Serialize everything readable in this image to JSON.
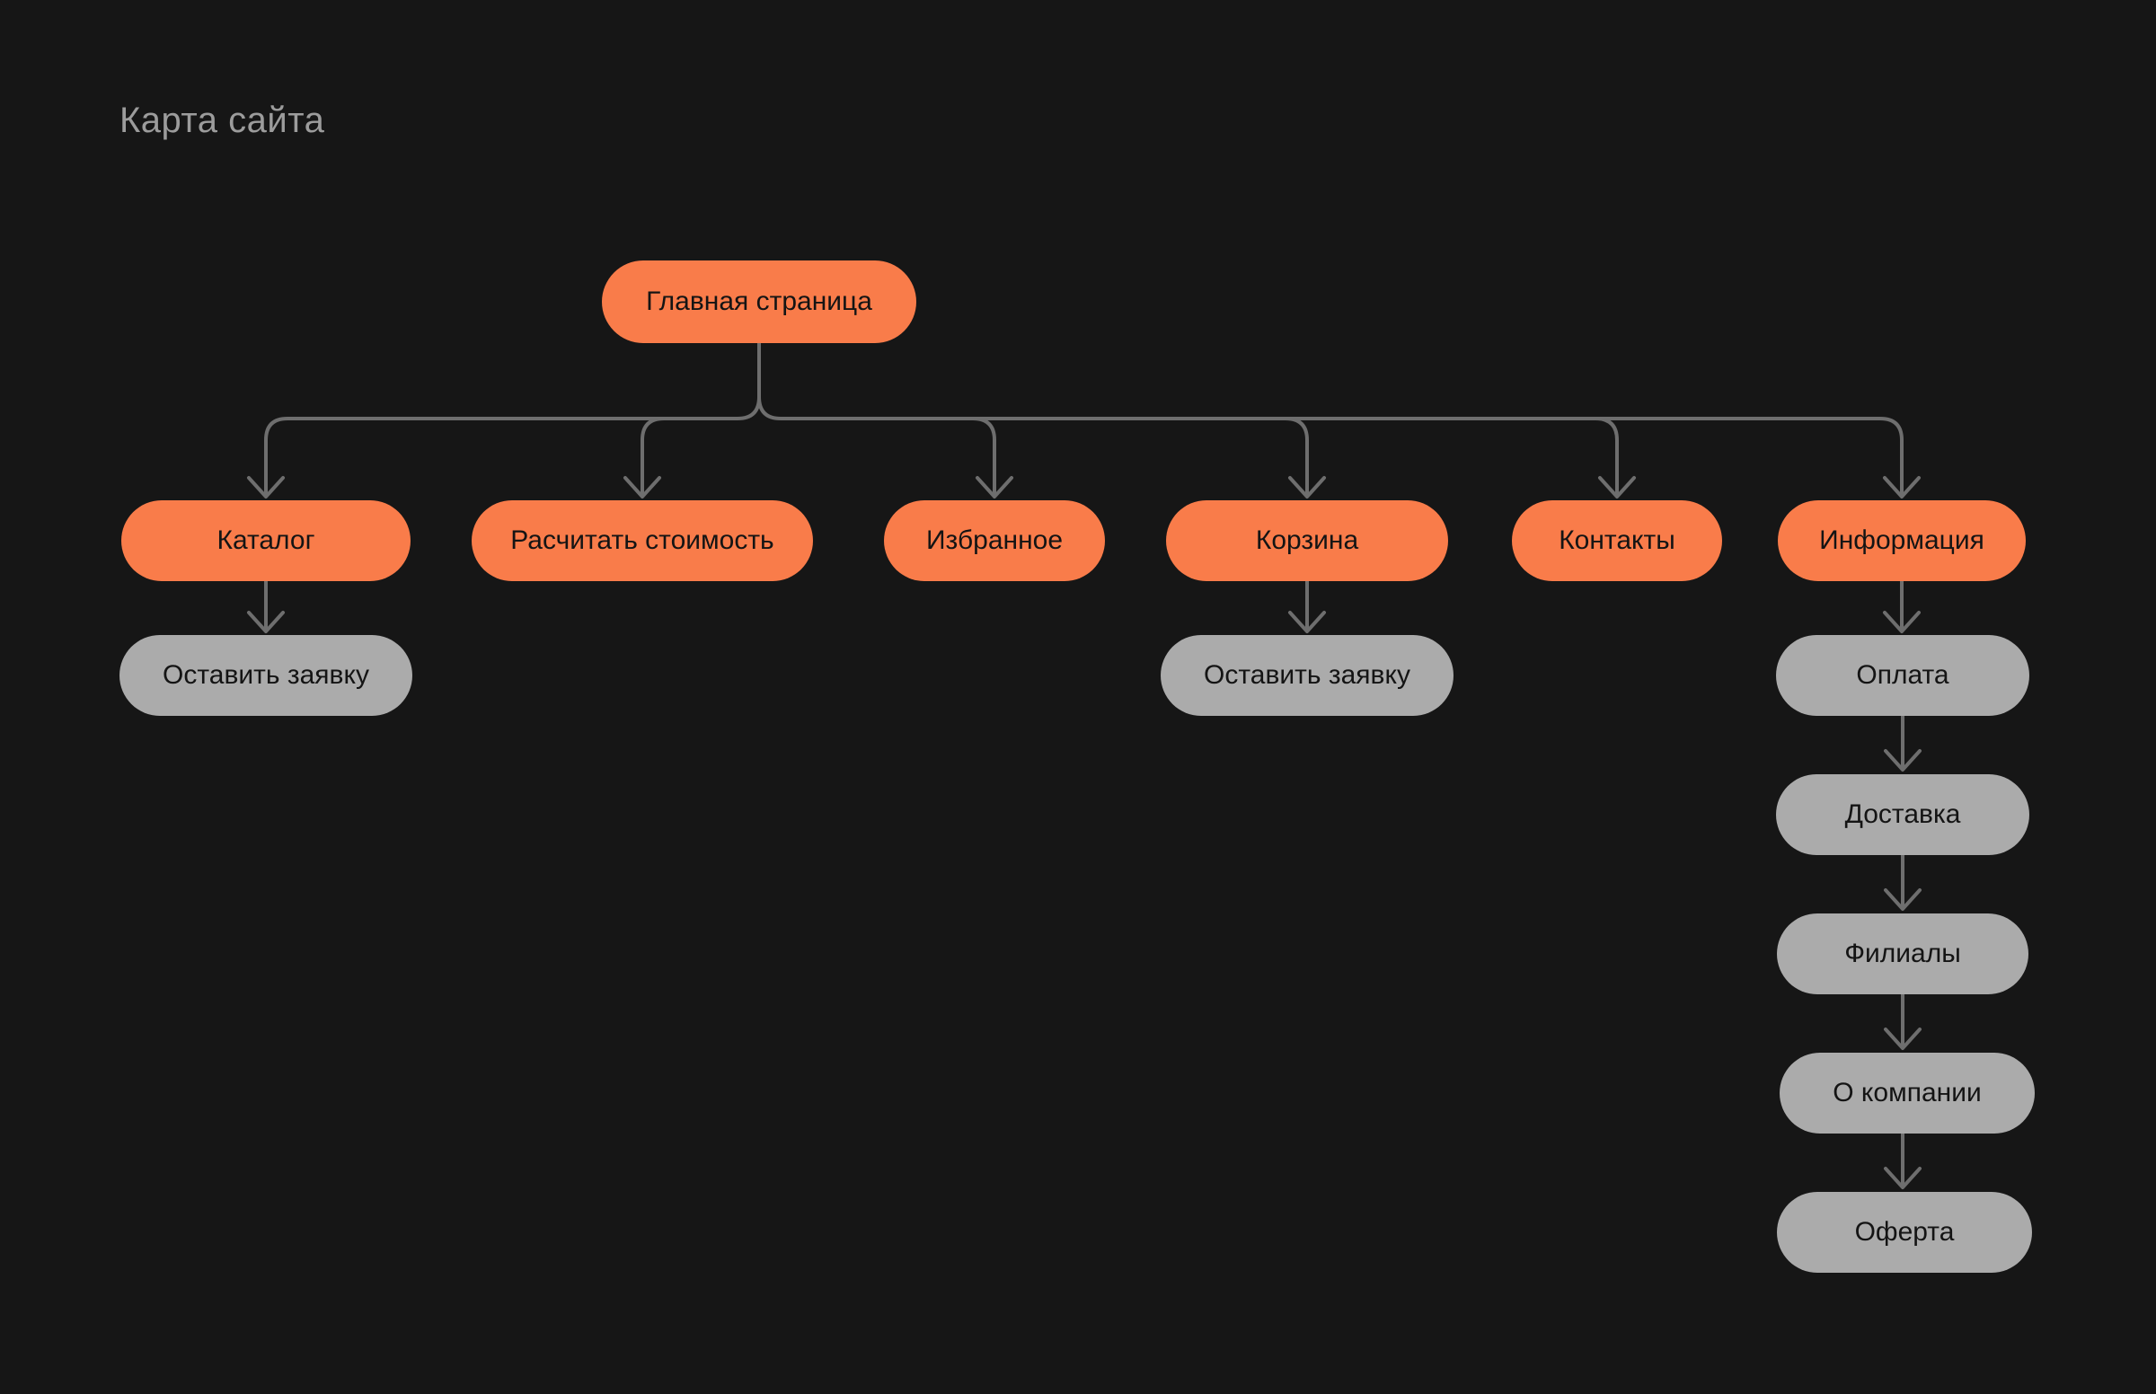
{
  "title": "Карта сайта",
  "colors": {
    "background": "#161616",
    "primary_node": "#F97C4A",
    "secondary_node": "#ABABAB",
    "connector": "#6E6E6E",
    "node_text": "#141414",
    "title_text": "#9C9C9C"
  },
  "nodes": {
    "home": {
      "label": "Главная страница",
      "level": 1,
      "style": "orange"
    },
    "catalog": {
      "label": "Каталог",
      "level": 2,
      "style": "orange"
    },
    "calculate": {
      "label": "Расчитать стоимость",
      "level": 2,
      "style": "orange"
    },
    "favorites": {
      "label": "Избранное",
      "level": 2,
      "style": "orange"
    },
    "cart": {
      "label": "Корзина",
      "level": 2,
      "style": "orange"
    },
    "contacts": {
      "label": "Контакты",
      "level": 2,
      "style": "orange"
    },
    "info": {
      "label": "Информация",
      "level": 2,
      "style": "orange"
    },
    "catalog_lead": {
      "label": "Оставить заявку",
      "level": 3,
      "style": "gray"
    },
    "cart_lead": {
      "label": "Оставить заявку",
      "level": 3,
      "style": "gray"
    },
    "payment": {
      "label": "Оплата",
      "level": 3,
      "style": "gray"
    },
    "delivery": {
      "label": "Доставка",
      "level": 4,
      "style": "gray"
    },
    "branches": {
      "label": "Филиалы",
      "level": 5,
      "style": "gray"
    },
    "about": {
      "label": "О компании",
      "level": 6,
      "style": "gray"
    },
    "offer": {
      "label": "Оферта",
      "level": 7,
      "style": "gray"
    }
  },
  "edges": [
    [
      "home",
      "catalog"
    ],
    [
      "home",
      "calculate"
    ],
    [
      "home",
      "favorites"
    ],
    [
      "home",
      "cart"
    ],
    [
      "home",
      "contacts"
    ],
    [
      "home",
      "info"
    ],
    [
      "catalog",
      "catalog_lead"
    ],
    [
      "cart",
      "cart_lead"
    ],
    [
      "info",
      "payment"
    ],
    [
      "payment",
      "delivery"
    ],
    [
      "delivery",
      "branches"
    ],
    [
      "branches",
      "about"
    ],
    [
      "about",
      "offer"
    ]
  ]
}
